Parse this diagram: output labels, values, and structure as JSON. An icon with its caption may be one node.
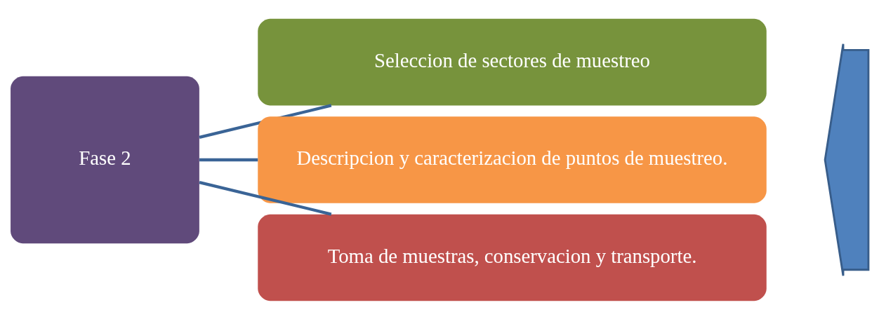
{
  "diagram": {
    "nodes": [
      {
        "text": [
          "Fase 2"
        ]
      },
      {
        "text": [
          "Seleccion de sectores de muestreo"
        ]
      },
      {
        "text": [
          "Descripcion y caracterizacion de puntos de muestreo."
        ]
      },
      {
        "text": [
          "Toma de muestras, conservacion y transporte."
        ]
      },
      {
        "text": [],
        "shape": "arrow"
      }
    ],
    "edges": [
      {
        "from": 0,
        "to": 1,
        "arrow": "none"
      },
      {
        "from": 0,
        "to": 2,
        "arrow": "none"
      },
      {
        "from": 0,
        "to": 3,
        "arrow": "none"
      }
    ]
  }
}
